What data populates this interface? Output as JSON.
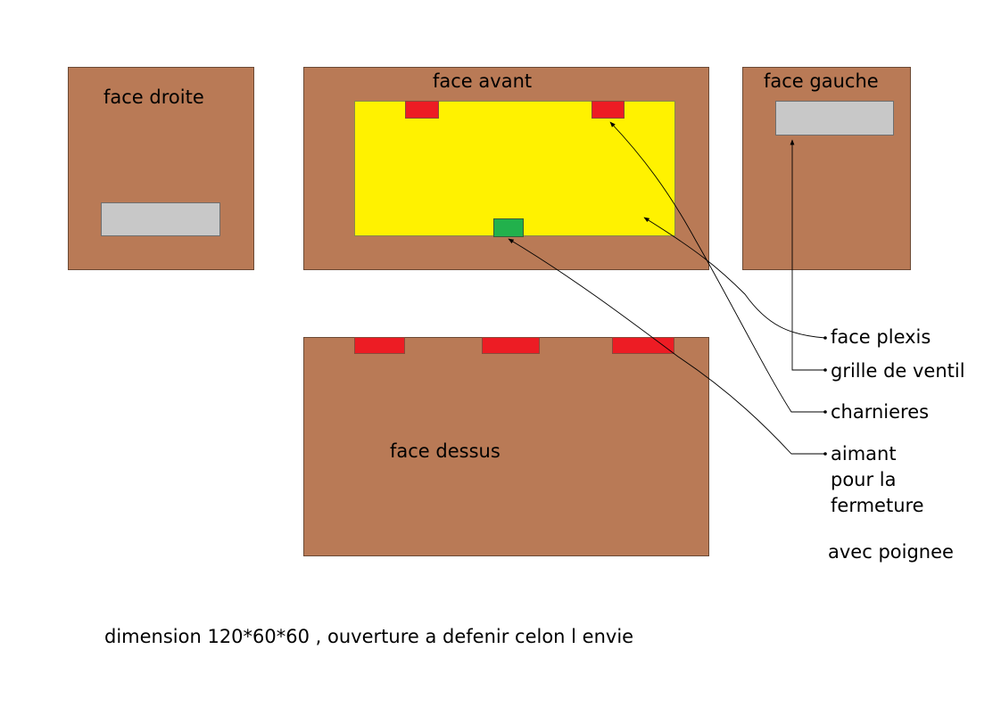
{
  "panels": {
    "droite": "face droite",
    "avant": "face avant",
    "gauche": "face gauche",
    "dessus": "face dessus"
  },
  "labels": {
    "plexis": "face plexis",
    "grille": "grille de ventil",
    "charnieres": "charnieres",
    "aimant": [
      "aimant",
      "pour la",
      "fermeture"
    ],
    "poignee": "avec poignee"
  },
  "caption": "dimension 120*60*60 , ouverture a defenir celon l envie",
  "colors": {
    "wood": "#b97a56",
    "plexi": "#fff200",
    "grille": "#c8c8c8",
    "hinge": "#ed1c24",
    "magnet": "#22b14c"
  }
}
